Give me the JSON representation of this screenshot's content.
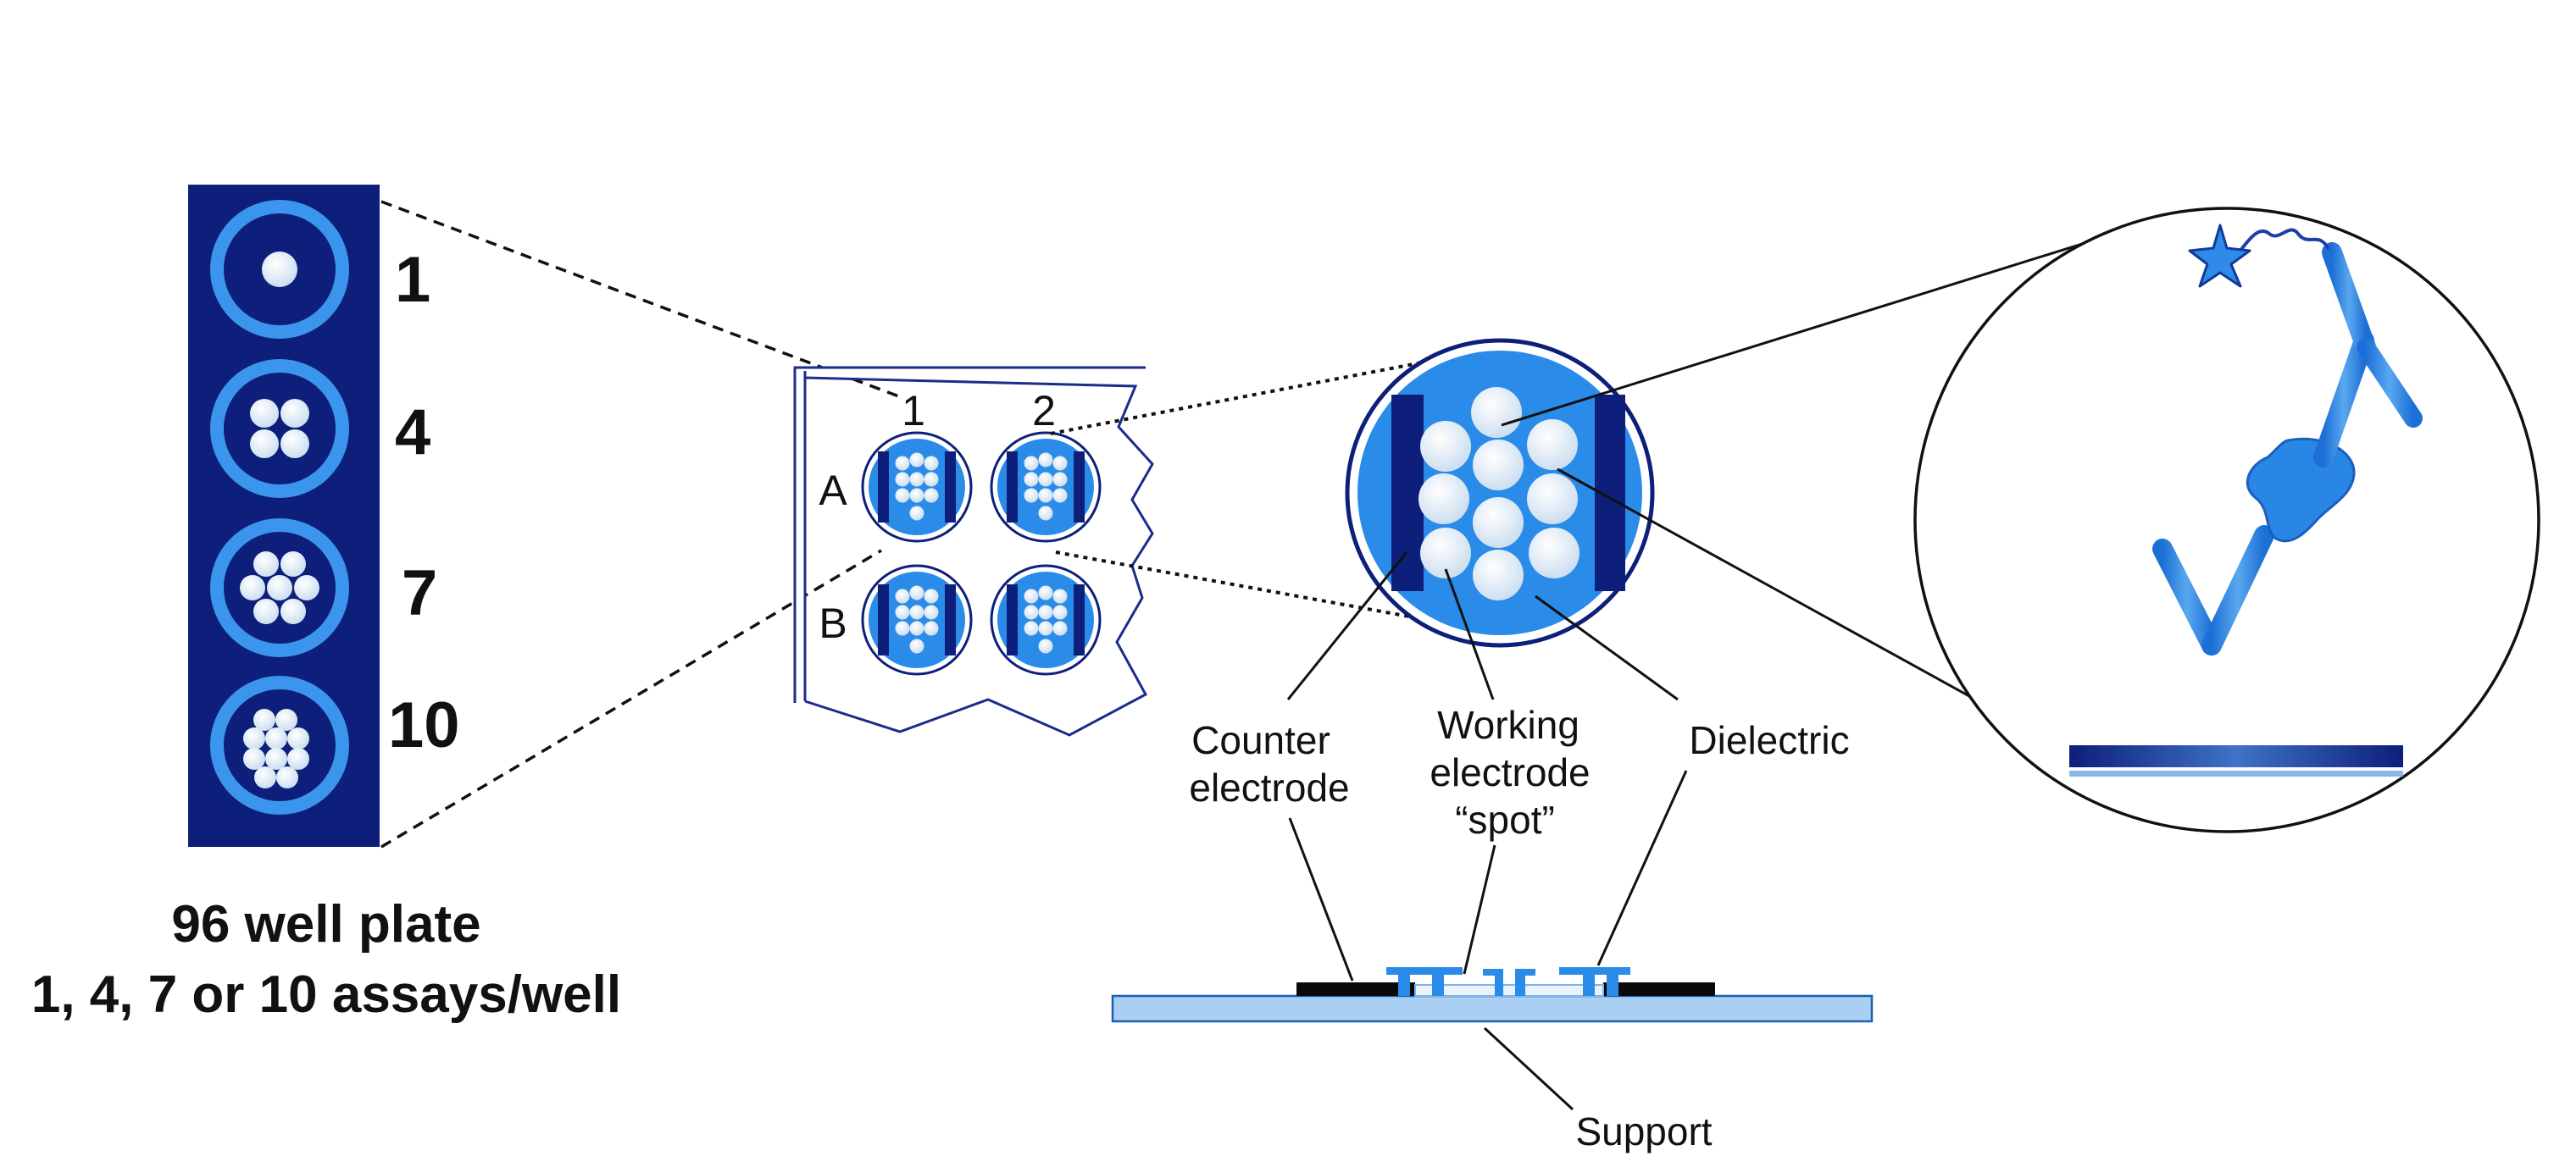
{
  "wells": {
    "counts": [
      "1",
      "4",
      "7",
      "10"
    ]
  },
  "caption": {
    "line1": "96 well plate",
    "line2": "1, 4, 7 or 10 assays/well"
  },
  "grid": {
    "columns": [
      "1",
      "2"
    ],
    "rows": [
      "A",
      "B"
    ]
  },
  "labels": {
    "counter_1": "Counter",
    "counter_2": "electrode",
    "working_1": "Working",
    "working_2": "electrode",
    "working_3": "“spot”",
    "dielectric": "Dielectric",
    "support": "Support"
  },
  "colors": {
    "navy": "#0d1f7a",
    "blue": "#2a8ce8",
    "light_blue": "#6fb0ec",
    "spot": "#f4f8fd"
  }
}
